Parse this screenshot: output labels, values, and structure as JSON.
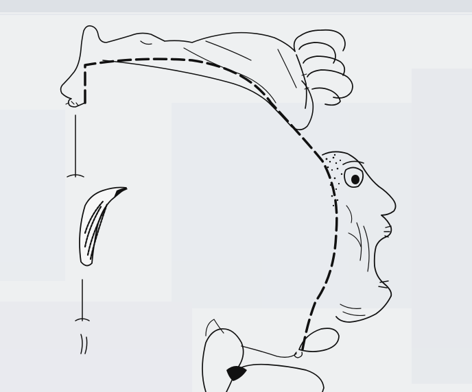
{
  "figure": {
    "paper_color": "#eef0f1",
    "ink_color": "#111111",
    "show_through_color": "#d9dde6",
    "subjects": [
      "motor-homunculus-drawing",
      "face-profile",
      "hand",
      "foot"
    ]
  }
}
